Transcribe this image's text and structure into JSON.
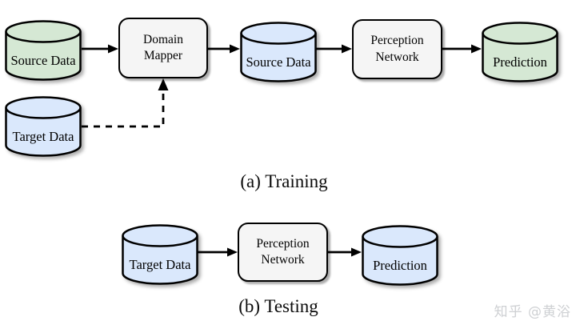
{
  "colors": {
    "green_fill": "#d5e8d4",
    "blue_fill": "#dae8fc",
    "box_fill": "#f5f5f5",
    "stroke": "#000000"
  },
  "training": {
    "caption": "(a) Training",
    "source_data_label": "Source Data",
    "domain_mapper_label": "Domain Mapper",
    "mapped_source_data_label": "Source Data",
    "perception_network_label": "Perception Network",
    "prediction_label": "Prediction",
    "target_data_label": "Target Data"
  },
  "testing": {
    "caption": "(b) Testing",
    "target_data_label": "Target Data",
    "perception_network_label": "Perception Network",
    "prediction_label": "Prediction"
  },
  "watermark": "知乎 @黄浴"
}
